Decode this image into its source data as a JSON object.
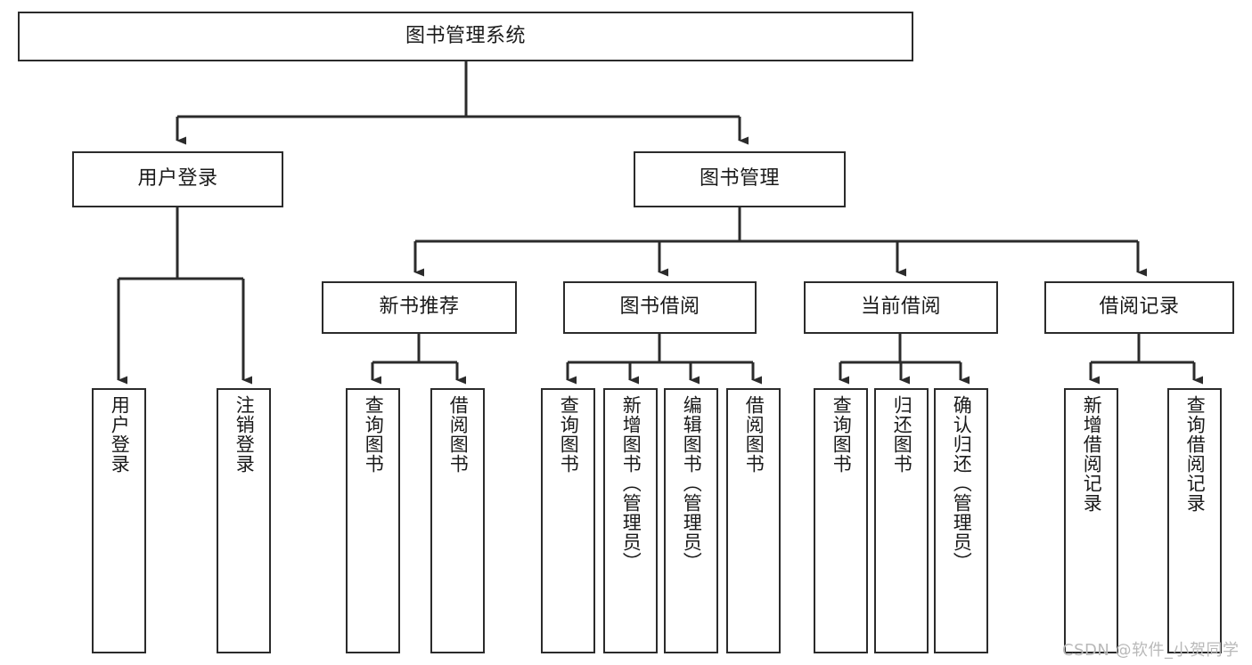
{
  "diagram": {
    "title": "图书管理系统",
    "type": "tree-structure-chart",
    "root": {
      "id": "root",
      "label": "图书管理系统"
    },
    "level2": [
      {
        "id": "user-login",
        "label": "用户登录"
      },
      {
        "id": "book-manage",
        "label": "图书管理"
      }
    ],
    "level3": [
      {
        "id": "new-book-recommend",
        "label": "新书推荐",
        "parent": "book-manage"
      },
      {
        "id": "book-borrow",
        "label": "图书借阅",
        "parent": "book-manage"
      },
      {
        "id": "current-borrow",
        "label": "当前借阅",
        "parent": "book-manage"
      },
      {
        "id": "borrow-record",
        "label": "借阅记录",
        "parent": "book-manage"
      }
    ],
    "leaves": [
      {
        "id": "leaf-user-login",
        "label": "用户登录",
        "parent": "user-login"
      },
      {
        "id": "leaf-user-logout",
        "label": "注销登录",
        "parent": "user-login"
      },
      {
        "id": "leaf-query-book-1",
        "label": "查询图书",
        "parent": "new-book-recommend"
      },
      {
        "id": "leaf-borrow-book-1",
        "label": "借阅图书",
        "parent": "new-book-recommend"
      },
      {
        "id": "leaf-query-book-2",
        "label": "查询图书",
        "parent": "book-borrow"
      },
      {
        "id": "leaf-add-book",
        "label": "新增图书（管理员）",
        "parent": "book-borrow"
      },
      {
        "id": "leaf-edit-book",
        "label": "编辑图书（管理员）",
        "parent": "book-borrow"
      },
      {
        "id": "leaf-borrow-book-2",
        "label": "借阅图书",
        "parent": "book-borrow"
      },
      {
        "id": "leaf-query-book-3",
        "label": "查询图书",
        "parent": "current-borrow"
      },
      {
        "id": "leaf-return-book",
        "label": "归还图书",
        "parent": "current-borrow"
      },
      {
        "id": "leaf-confirm-return",
        "label": "确认归还（管理员）",
        "parent": "current-borrow"
      },
      {
        "id": "leaf-add-record",
        "label": "新增借阅记录",
        "parent": "borrow-record"
      },
      {
        "id": "leaf-query-record",
        "label": "查询借阅记录",
        "parent": "borrow-record"
      }
    ]
  },
  "watermark": {
    "text": "CSDN @软件_小贺同学"
  },
  "colors": {
    "stroke": "#2b2b2b",
    "fill": "#ffffff",
    "text": "#1a1a1a",
    "watermark": "#b9b9b9"
  }
}
